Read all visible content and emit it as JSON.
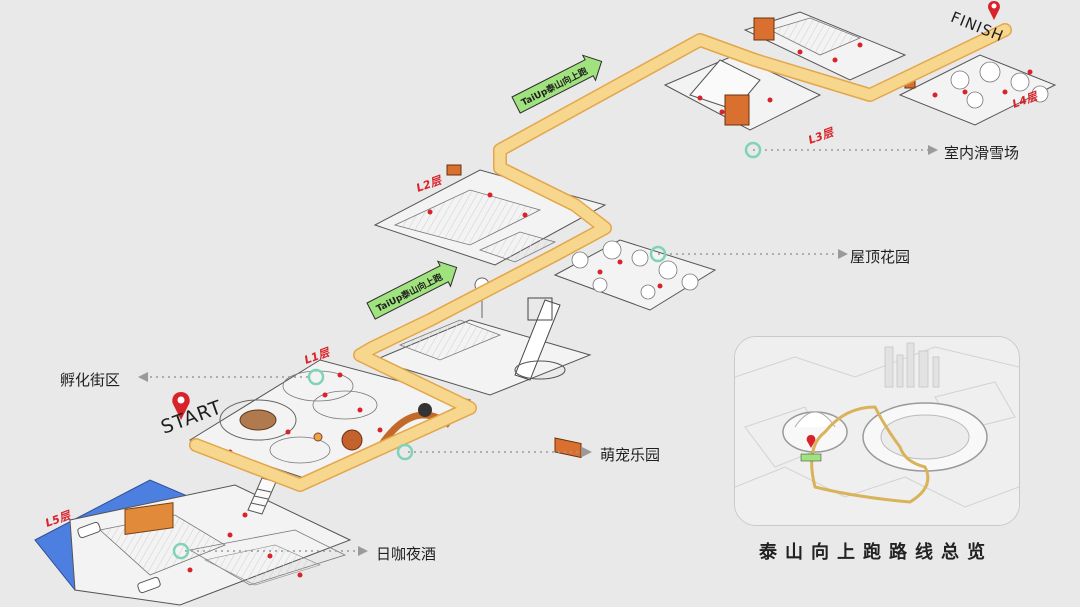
{
  "route": {
    "start_label": "START",
    "finish_label": "FINISH",
    "banner_text": "TaiUp泰山向上跑"
  },
  "zones": [
    {
      "key": "night",
      "label": "日咖夜酒",
      "floor": "L5层"
    },
    {
      "key": "pets",
      "label": "萌宠乐园",
      "floor": ""
    },
    {
      "key": "incubator",
      "label": "孵化街区",
      "floor": "L1层"
    },
    {
      "key": "rooftop",
      "label": "屋顶花园",
      "floor": "L2层"
    },
    {
      "key": "ski",
      "label": "室内滑雪场",
      "floor": "L3层"
    },
    {
      "key": "finish",
      "label": "",
      "floor": "L4层"
    }
  ],
  "overview": {
    "title": "泰山向上跑路线总览"
  },
  "colors": {
    "path_fill": "#f7d68d",
    "path_edge": "#e3a64a",
    "accent_red": "#d8232a",
    "marker_green": "#7fd3b6",
    "banner_green": "#9fe27e",
    "water_blue": "#4d7fe0",
    "orange_sign": "#d9702f"
  },
  "icons": [
    "location-pin-icon",
    "ring-marker-icon",
    "arrow-banner-icon"
  ]
}
